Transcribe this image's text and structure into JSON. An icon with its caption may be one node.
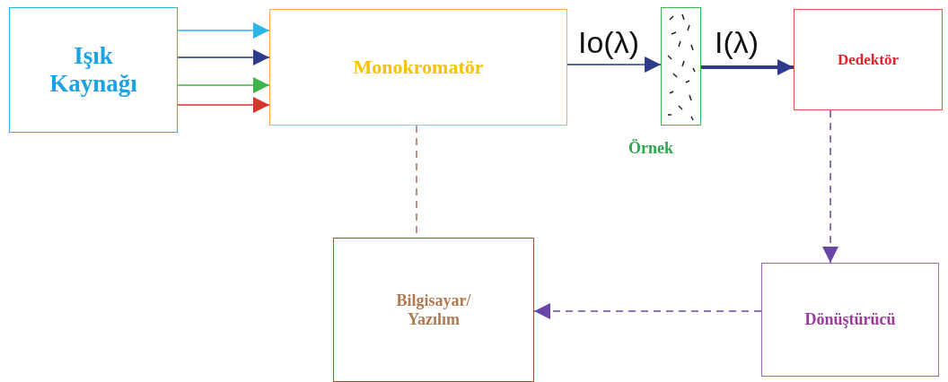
{
  "diagram": {
    "nodes": [
      {
        "text": [
          "Işık Kaynağı"
        ]
      },
      {
        "text": [
          "Monokromatör"
        ]
      },
      {
        "text": [],
        "shape": "box",
        "beside": [
          "Örnek"
        ]
      },
      {
        "text": [
          "Dedektör"
        ]
      },
      {
        "text": [
          "Bilgisayar/ Yazılım"
        ]
      },
      {
        "text": [
          "Dönüştürücü"
        ]
      }
    ],
    "edges": [
      {
        "from": 0,
        "to": 1,
        "arrow": "to",
        "color": "#29b5e8"
      },
      {
        "from": 0,
        "to": 1,
        "arrow": "to",
        "color": "#2e3a8c"
      },
      {
        "from": 0,
        "to": 1,
        "arrow": "to",
        "color": "#3cb44b"
      },
      {
        "from": 0,
        "to": 1,
        "arrow": "to",
        "color": "#d9342b"
      },
      {
        "from": 1,
        "to": 2,
        "arrow": "to",
        "label": "Io(λ)",
        "color": "#2e3a8c"
      },
      {
        "from": 2,
        "to": 3,
        "arrow": "to",
        "label": "I(λ)",
        "style": "thick",
        "color": "#2e3a8c"
      },
      {
        "from": 3,
        "to": 5,
        "arrow": "to",
        "style": "dashed",
        "color": "#6a45a8"
      },
      {
        "from": 5,
        "to": 4,
        "arrow": "to",
        "style": "dashed",
        "color": "#6a45a8"
      },
      {
        "from": 1,
        "to": 4,
        "arrow": "none",
        "style": "dashed",
        "color": "#a8705a"
      }
    ]
  }
}
